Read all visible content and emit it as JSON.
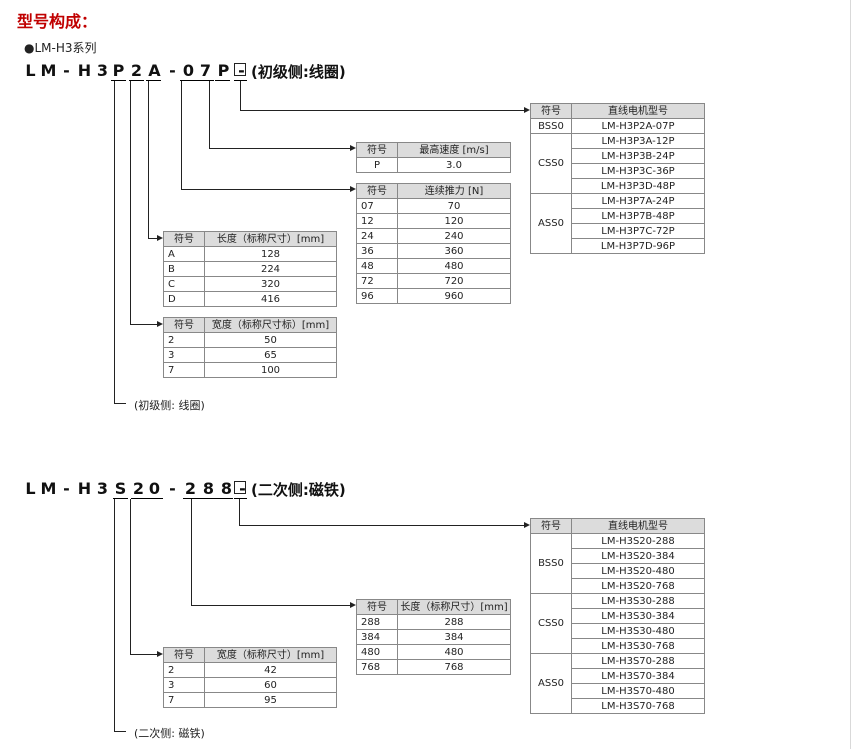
{
  "title": "型号构成：",
  "series": "●LM-H3系列",
  "primary": {
    "code_chars": [
      "L",
      "M",
      "-",
      "H",
      "3",
      "P",
      "2",
      "A",
      "-",
      "0",
      "7",
      "P",
      "-"
    ],
    "suffix": "(初级侧:线圈)",
    "footnote": "(初级侧: 线圈)",
    "width_table": {
      "headers": [
        "符号",
        "宽度（标称尺寸标）[mm]"
      ],
      "rows": [
        [
          "2",
          "50"
        ],
        [
          "3",
          "65"
        ],
        [
          "7",
          "100"
        ]
      ]
    },
    "length_table": {
      "headers": [
        "符号",
        "长度（标称尺寸）[mm]"
      ],
      "rows": [
        [
          "A",
          "128"
        ],
        [
          "B",
          "224"
        ],
        [
          "C",
          "320"
        ],
        [
          "D",
          "416"
        ]
      ]
    },
    "thrust_table": {
      "headers": [
        "符号",
        "连续推力 [N]"
      ],
      "rows": [
        [
          "07",
          "70"
        ],
        [
          "12",
          "120"
        ],
        [
          "24",
          "240"
        ],
        [
          "36",
          "360"
        ],
        [
          "48",
          "480"
        ],
        [
          "72",
          "720"
        ],
        [
          "96",
          "960"
        ]
      ]
    },
    "speed_table": {
      "headers": [
        "符号",
        "最高速度 [m/s]"
      ],
      "rows": [
        [
          "P",
          "3.0"
        ]
      ]
    },
    "model_table": {
      "headers": [
        "符号",
        "直线电机型号"
      ],
      "groups": [
        {
          "symbol": "BSS0",
          "models": [
            "LM-H3P2A-07P"
          ]
        },
        {
          "symbol": "CSS0",
          "models": [
            "LM-H3P3A-12P",
            "LM-H3P3B-24P",
            "LM-H3P3C-36P",
            "LM-H3P3D-48P"
          ]
        },
        {
          "symbol": "ASS0",
          "models": [
            "LM-H3P7A-24P",
            "LM-H3P7B-48P",
            "LM-H3P7C-72P",
            "LM-H3P7D-96P"
          ]
        }
      ]
    }
  },
  "secondary": {
    "code_chars": [
      "L",
      "M",
      "-",
      "H",
      "3",
      "S",
      "2",
      "0",
      "-",
      "2",
      "8",
      "8",
      "-"
    ],
    "suffix": "(二次侧:磁铁)",
    "footnote": "(二次侧: 磁铁)",
    "width_table": {
      "headers": [
        "符号",
        "宽度（标称尺寸）[mm]"
      ],
      "rows": [
        [
          "2",
          "42"
        ],
        [
          "3",
          "60"
        ],
        [
          "7",
          "95"
        ]
      ]
    },
    "length_table": {
      "headers": [
        "符号",
        "长度（标称尺寸）[mm]"
      ],
      "rows": [
        [
          "288",
          "288"
        ],
        [
          "384",
          "384"
        ],
        [
          "480",
          "480"
        ],
        [
          "768",
          "768"
        ]
      ]
    },
    "model_table": {
      "headers": [
        "符号",
        "直线电机型号"
      ],
      "groups": [
        {
          "symbol": "BSS0",
          "models": [
            "LM-H3S20-288",
            "LM-H3S20-384",
            "LM-H3S20-480",
            "LM-H3S20-768"
          ]
        },
        {
          "symbol": "CSS0",
          "models": [
            "LM-H3S30-288",
            "LM-H3S30-384",
            "LM-H3S30-480",
            "LM-H3S30-768"
          ]
        },
        {
          "symbol": "ASS0",
          "models": [
            "LM-H3S70-288",
            "LM-H3S70-384",
            "LM-H3S70-480",
            "LM-H3S70-768"
          ]
        }
      ]
    }
  }
}
